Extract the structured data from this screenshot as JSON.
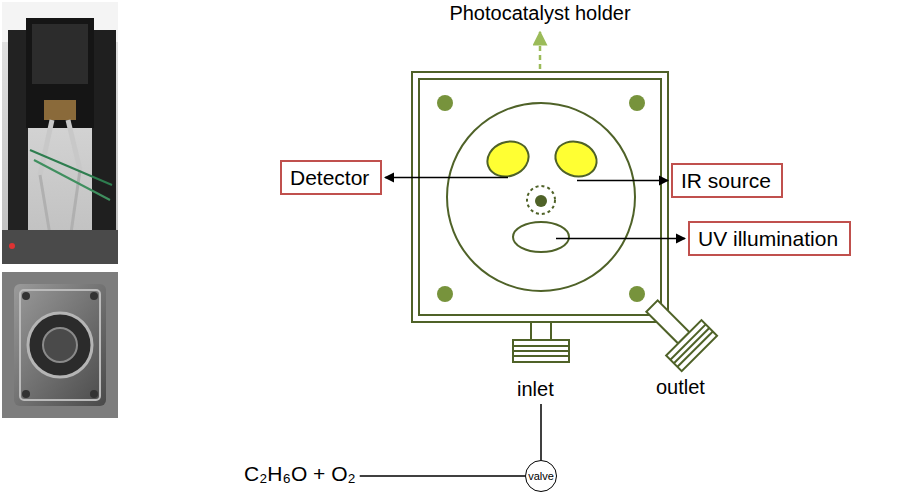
{
  "diagram": {
    "nodes": [
      {
        "text": [
          "Detector"
        ]
      },
      {
        "text": [
          "IR source"
        ]
      },
      {
        "text": [
          "UV illumination"
        ]
      },
      {
        "text": [
          "valve"
        ]
      }
    ],
    "labels": [
      "Photocatalyst holder",
      "outlet",
      "inlet",
      "C₂H₆O + O₂"
    ]
  }
}
